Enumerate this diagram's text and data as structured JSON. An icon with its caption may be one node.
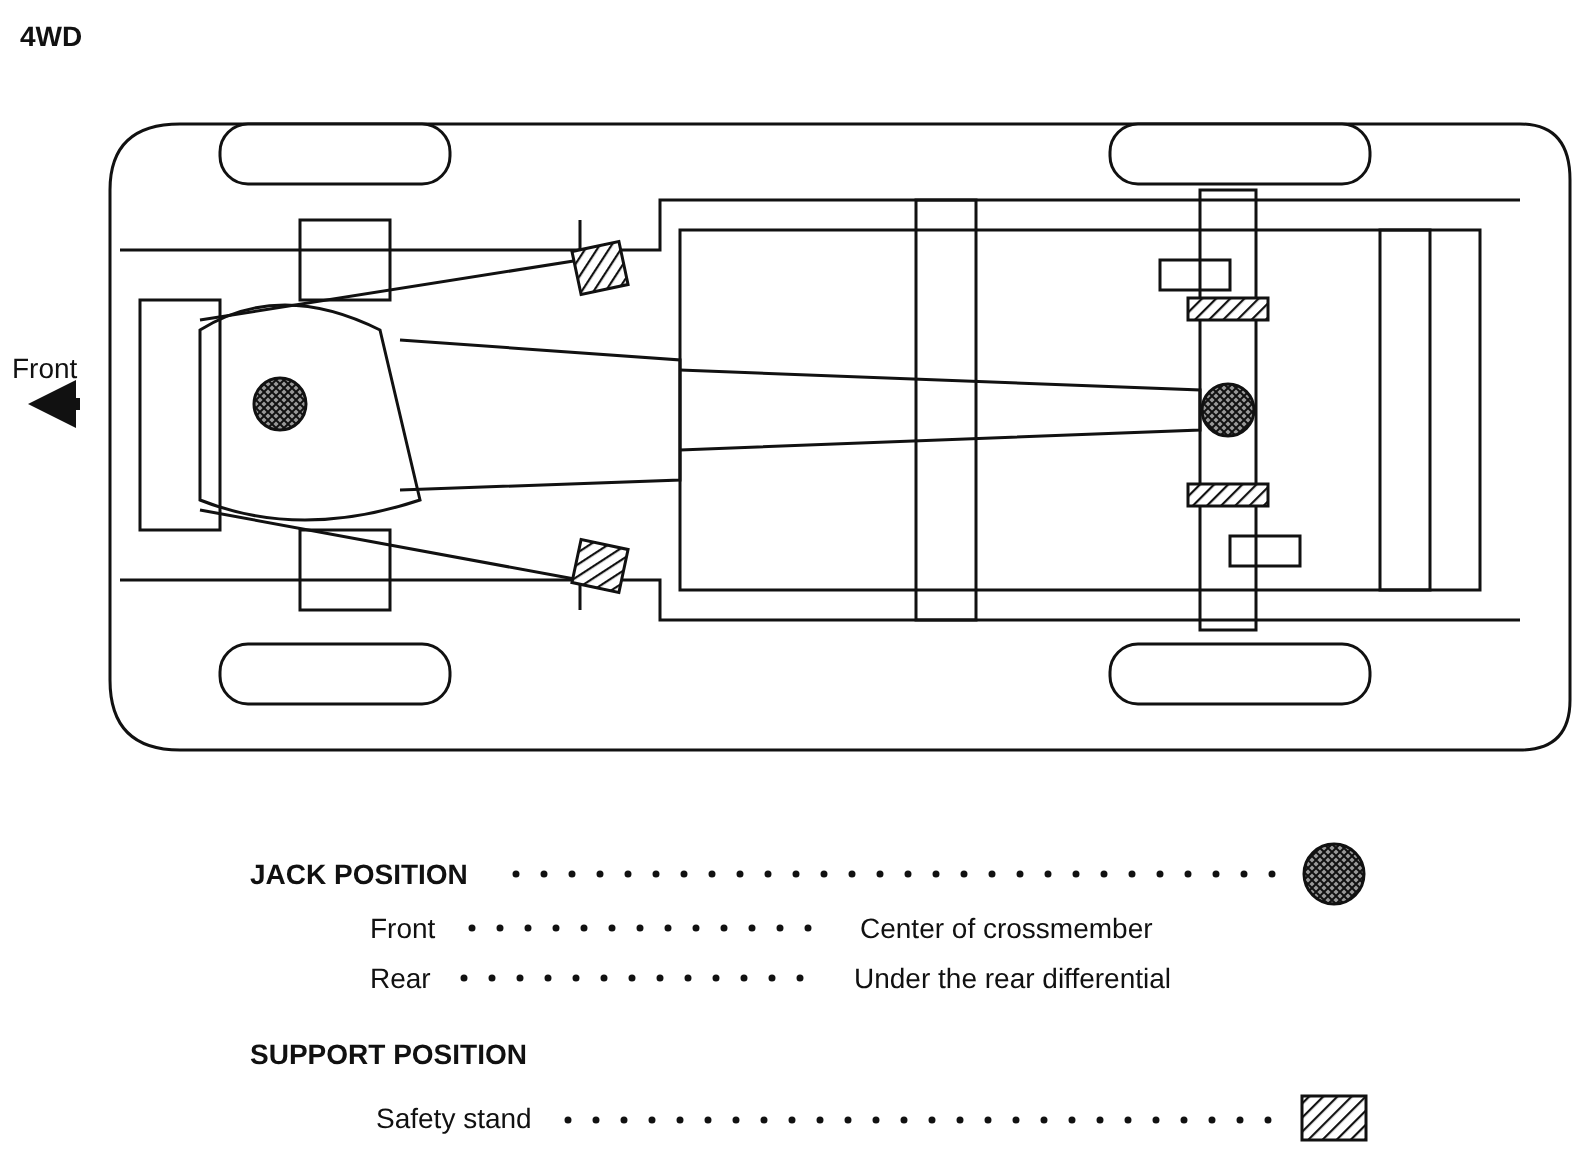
{
  "diagram": {
    "title": "4WD",
    "labels": [
      "Front",
      "Front",
      "Center of crossmember",
      "Rear",
      "Under the rear differential",
      "SUPPORT POSITION"
    ],
    "legend": [
      {
        "text": "JACK POSITION"
      },
      {
        "text": "Safety stand"
      }
    ]
  }
}
